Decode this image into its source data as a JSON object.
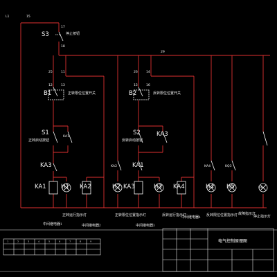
{
  "colors": {
    "background": "#000000",
    "wire": "#e03030",
    "device": "#ffffff",
    "frame": "#e8e8e8"
  },
  "wire_numbers": {
    "top_left": "L1",
    "top_right": "15",
    "s3_top": "17",
    "s3_bottom": "18",
    "bus": "29",
    "b1_a": "25",
    "b1_b": "11",
    "b1_c": "12",
    "b1_d": "13",
    "b2_a": "26",
    "b2_b": "14",
    "b2_c": "15",
    "b2_d": "16"
  },
  "devices": {
    "s3": {
      "tag": "S3",
      "label": "停止按钮"
    },
    "b1": {
      "tag": "B1",
      "label": "正转限位位置开关"
    },
    "b2": {
      "tag": "B2",
      "label": "反转限位位置开关"
    },
    "s1": {
      "tag": "S1",
      "label": "正转启动按钮"
    },
    "s2": {
      "tag": "S2",
      "label": "反转启动按钮"
    },
    "ka1_contact": {
      "tag": "KA1"
    },
    "ka3_contact_a": {
      "tag": "KA3"
    },
    "ka3_contact_b": {
      "tag": "KA3"
    },
    "ka1_coil": {
      "tag": "KA1"
    },
    "h1": {
      "tag": "H1"
    },
    "ka2_coil": {
      "tag": "KA2"
    },
    "ka2_contact": {
      "tag": "KA2"
    },
    "h2": {
      "tag": "H2"
    },
    "ka1_contact_b": {
      "tag": "KA1"
    },
    "ka3_coil": {
      "tag": "KA3"
    },
    "h3": {
      "tag": "H3"
    },
    "ka4_coil": {
      "tag": "KA4"
    },
    "ka4_contact": {
      "tag": "KA4"
    },
    "h4": {
      "tag": "H4"
    },
    "kq3": {
      "tag": "KQ3"
    },
    "h5": {
      "tag": "H5"
    },
    "h6": {
      "tag": "H6"
    }
  },
  "captions": [
    {
      "text": "正转运行指示灯"
    },
    {
      "text": "中间继电器1"
    },
    {
      "text": "中间继电器2"
    },
    {
      "text": "正转限位位置指示灯"
    },
    {
      "text": "中间继电器3"
    },
    {
      "text": "反转运行指示灯"
    },
    {
      "text": "中间继电器4"
    },
    {
      "text": "反转限位位置指示灯"
    },
    {
      "text": "故障指示灯"
    },
    {
      "text": "停止指示灯"
    }
  ],
  "title_block": {
    "title": "电气控制原理图"
  },
  "small_block": {
    "cells": [
      "1",
      "2",
      "3",
      "4",
      "5",
      "6",
      "7",
      "8",
      "9"
    ]
  }
}
